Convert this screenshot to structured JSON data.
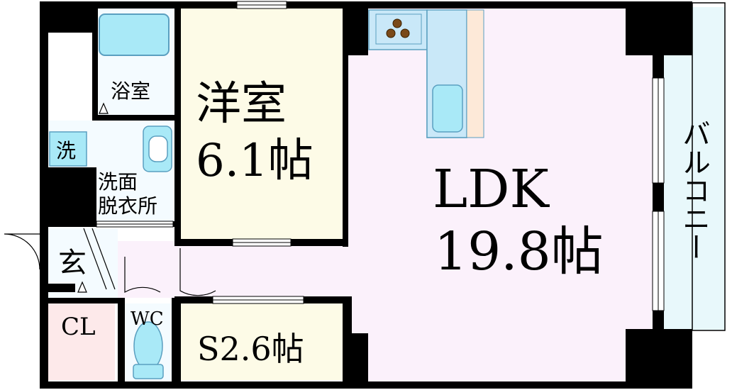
{
  "colors": {
    "wall": "#000000",
    "ldk_floor": "#fbf1fb",
    "room_floor": "#fdfbe7",
    "wet_floor": "#f4fbff",
    "fixture_blue": "#a9e9f7",
    "fixture_outline": "#5a9fc0",
    "counter": "#c9e8f8",
    "balcony": "#e8f8fb",
    "cl_floor": "#fde9ea"
  },
  "rooms": {
    "western": {
      "name": "洋室",
      "size": "6.1帖"
    },
    "ldk": {
      "name": "LDK",
      "size": "19.8帖"
    },
    "storage": {
      "label": "S2.6帖"
    },
    "bath": {
      "label": "浴室"
    },
    "washroom": {
      "line1": "洗面",
      "line2": "脱衣所"
    },
    "washer": {
      "label": "洗"
    },
    "entrance": {
      "label": "玄"
    },
    "closet": {
      "label": "CL"
    },
    "toilet": {
      "label": "WC"
    },
    "balcony": {
      "label": "バルコニー"
    }
  }
}
